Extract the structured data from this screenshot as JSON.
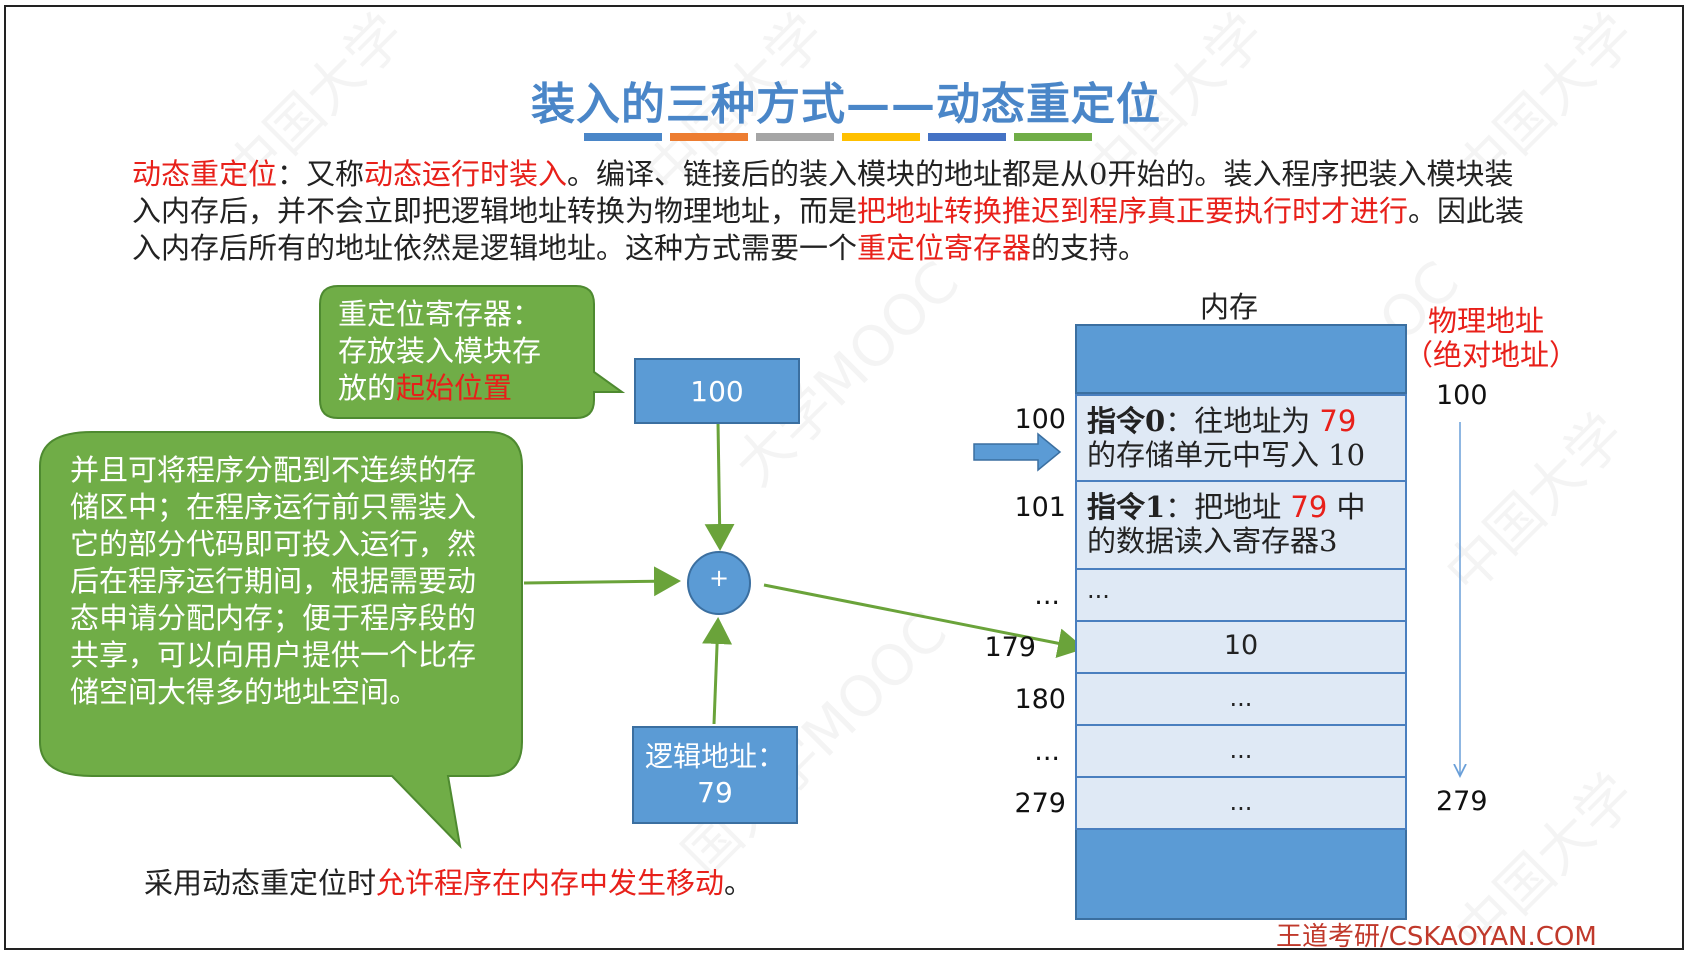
{
  "title": "装入的三种方式——动态重定位",
  "underline_colors": [
    "#4a86c8",
    "#ed7d31",
    "#a5a5a5",
    "#ffc000",
    "#4472c4",
    "#70ad47"
  ],
  "intro": {
    "p1": "动态重定位",
    "p2": "：又称",
    "p3": "动态运行时装入",
    "p4": "。编译、链接后的装入模块的地址都是从0开始的。装入程序把装入模块装入内存后，并不会立即把逻辑地址转换为物理地址，而是",
    "p5": "把地址转换推迟到程序真正要执行时才进行",
    "p6": "。因此装入内存后所有的地址依然是逻辑地址。这种方式需要一个",
    "p7": "重定位寄存器",
    "p8": "的支持。"
  },
  "register_bubble": {
    "line1": "重定位寄存器：",
    "line2": "存放装入模块存",
    "line3a": "放的",
    "line3b": "起始位置"
  },
  "register_box": "100",
  "plus": "+",
  "left_bubble": "并且可将程序分配到不连续的存储区中；在程序运行前只需装入它的部分代码即可投入运行，然后在程序运行期间，根据需要动态申请分配内存；便于程序段的共享，可以向用户提供一个比存储空间大得多的地址空间。",
  "logical_box": {
    "label": "逻辑地址：",
    "value": "79"
  },
  "bottom_note": {
    "a": "采用动态重定位时",
    "b": "允许程序在内存中发生移动",
    "c": "。"
  },
  "memory": {
    "header": "内存",
    "phys_label_1": "物理地址",
    "phys_label_2": "（绝对地址）",
    "phys_top": "100",
    "phys_bottom": "279",
    "cells": [
      {
        "addr": "100",
        "bold": "指令0",
        "t1": "：往地址为 ",
        "red": "79",
        "t2": "",
        "line2": "的存储单元中写入 10"
      },
      {
        "addr": "101",
        "bold": "指令1",
        "t1": "：把地址 ",
        "red": "79",
        "t2": " 中",
        "line2": "的数据读入寄存器3"
      },
      {
        "addr": "...",
        "text": "..."
      },
      {
        "addr": "179",
        "text": "10"
      },
      {
        "addr": "180",
        "text": "..."
      },
      {
        "addr": "...",
        "text": "..."
      },
      {
        "addr": "279",
        "text": "..."
      }
    ]
  },
  "footer": "王道考研/CSKAOYAN.COM",
  "colors": {
    "title": "#4a86c8",
    "red": "#e8201a",
    "green": "#6aa33a",
    "blue_box": "#5b9bd5",
    "cell": "#dfe9f5"
  }
}
